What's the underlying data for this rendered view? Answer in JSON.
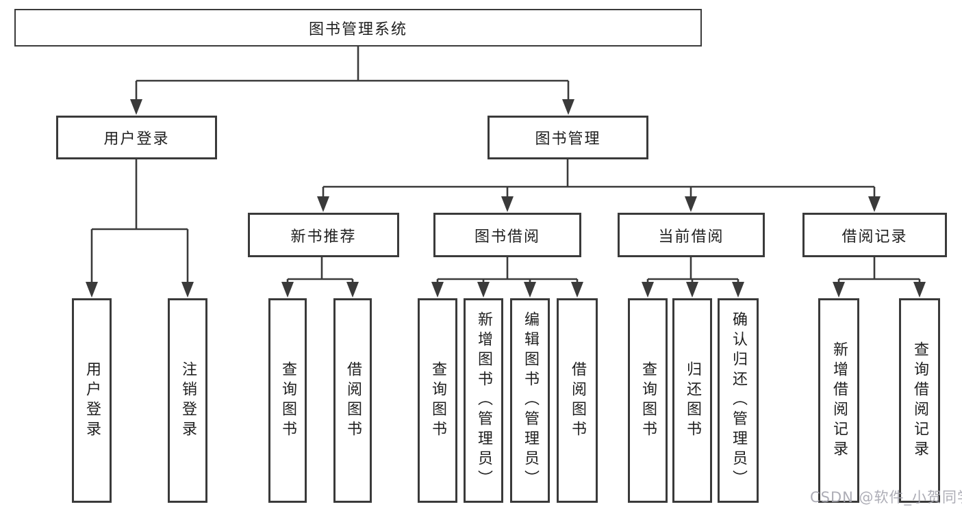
{
  "tree": {
    "label": "图书管理系统",
    "children": [
      {
        "label": "用户登录",
        "children": [
          {
            "label": "用户登录"
          },
          {
            "label": "注销登录"
          }
        ]
      },
      {
        "label": "图书管理",
        "children": [
          {
            "label": "新书推荐",
            "children": [
              {
                "label": "查询图书"
              },
              {
                "label": "借阅图书"
              }
            ]
          },
          {
            "label": "图书借阅",
            "children": [
              {
                "label": "查询图书"
              },
              {
                "label": "新增图书（管理员）"
              },
              {
                "label": "编辑图书（管理员）"
              },
              {
                "label": "借阅图书"
              }
            ]
          },
          {
            "label": "当前借阅",
            "children": [
              {
                "label": "查询图书"
              },
              {
                "label": "归还图书"
              },
              {
                "label": "确认归还（管理员）"
              }
            ]
          },
          {
            "label": "借阅记录",
            "children": [
              {
                "label": "新增借阅记录"
              },
              {
                "label": "查询借阅记录"
              }
            ]
          }
        ]
      }
    ]
  },
  "watermark": {
    "text": "CSDN @软件_小贺同学"
  },
  "colors": {
    "line": "#3a3a3a",
    "box_border": "#3a3a3a",
    "text": "#1f1f1f",
    "watermark": "#a4a4ae",
    "background": "#ffffff"
  }
}
